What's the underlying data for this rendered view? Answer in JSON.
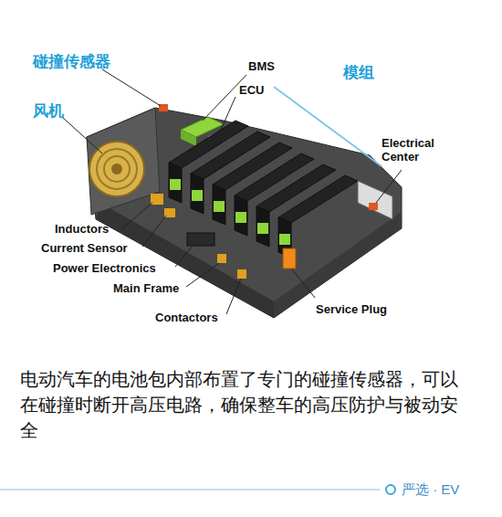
{
  "diagram": {
    "caption": "电动汽车的电池包内部布置了专门的碰撞传感器，可以在碰撞时断开高压电路，确保整车的高压防护与被动安全",
    "labels": [
      "碰撞传感器",
      "风机",
      "BMS",
      "ECU",
      "模组",
      "Electrical Center",
      "Inductors",
      "Current Sensor",
      "Power Electronics",
      "Main Frame",
      "Contactors",
      "Service Plug",
      "严选 · EV"
    ]
  }
}
